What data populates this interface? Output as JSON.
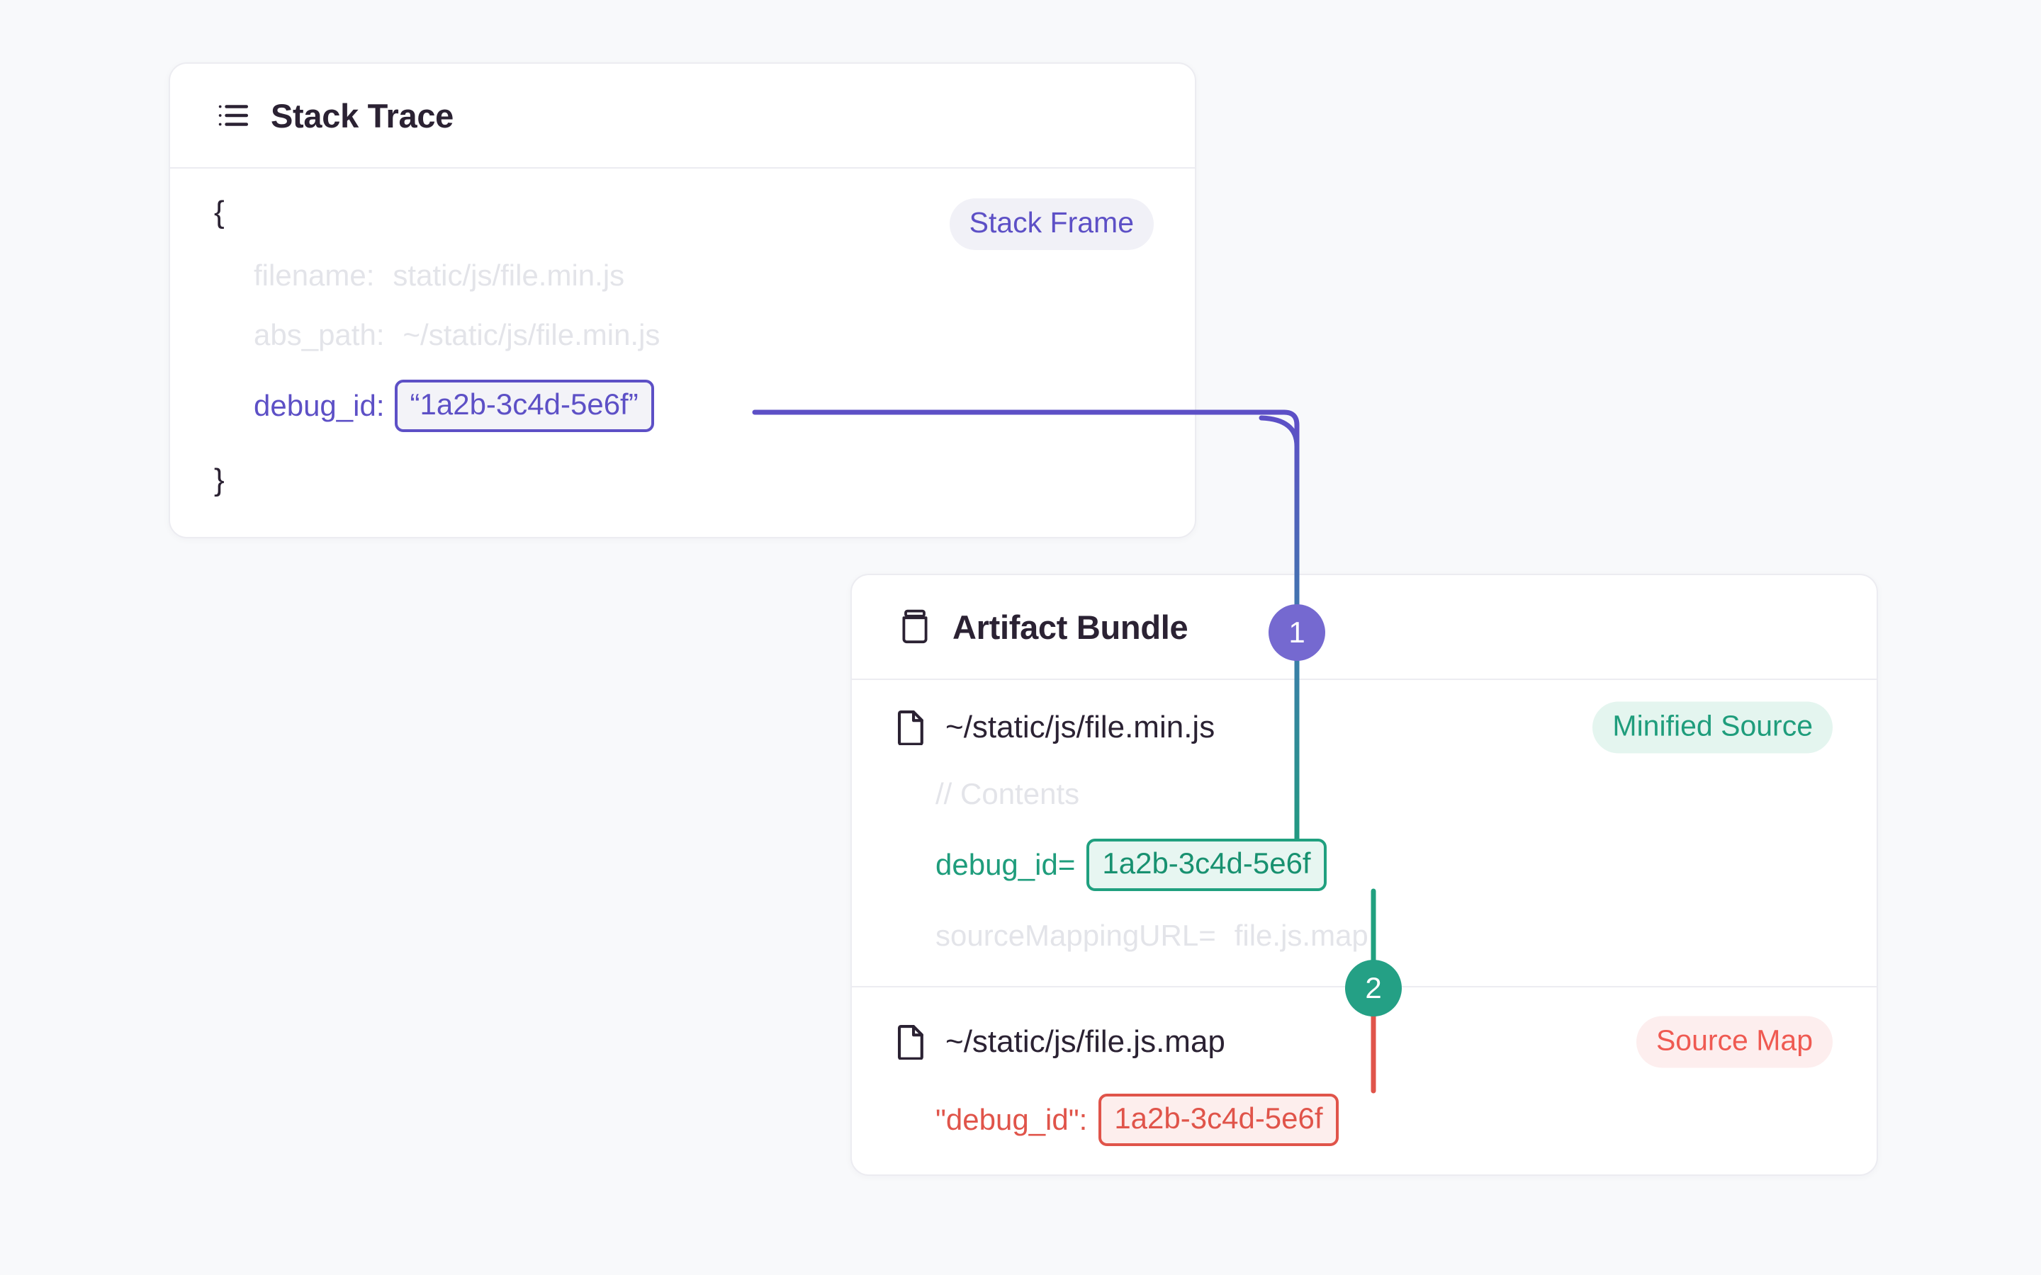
{
  "stack_trace_card": {
    "icon": "list-icon",
    "title": "Stack Trace",
    "badge": "Stack Frame",
    "open_brace": "{",
    "close_brace": "}",
    "lines": [
      {
        "key": "filename:",
        "value": "static/js/file.min.js"
      },
      {
        "key": "abs_path:",
        "value": "~/static/js/file.min.js"
      }
    ],
    "debug_id_key": "debug_id:",
    "debug_id_value": "“1a2b-3c4d-5e6f”"
  },
  "artifact_bundle_card": {
    "icon": "archive-box-icon",
    "title": "Artifact Bundle",
    "minified": {
      "file_icon": "file-icon",
      "filename": "~/static/js/file.min.js",
      "badge": "Minified Source",
      "contents_comment": "// Contents",
      "debug_id_key": "debug_id=",
      "debug_id_value": "1a2b-3c4d-5e6f",
      "source_mapping_key": "sourceMappingURL=",
      "source_mapping_value": "file.js.map"
    },
    "sourcemap": {
      "file_icon": "file-icon",
      "filename": "~/static/js/file.js.map",
      "badge": "Source Map",
      "debug_id_key": "\"debug_id\":",
      "debug_id_value": "1a2b-3c4d-5e6f"
    }
  },
  "steps": [
    {
      "number": "1",
      "color": "#7569d0"
    },
    {
      "number": "2",
      "color": "#24a085"
    }
  ],
  "colors": {
    "purple": "#5d50c6",
    "purple_badge": "#7569d0",
    "green": "#1f9d7c",
    "teal_badge": "#24a085",
    "red": "#e0544a",
    "page_background": "#f8f9fb",
    "card_border": "#ececf1",
    "faded_text": "#e3e4e9",
    "title_text": "#2b2233"
  }
}
